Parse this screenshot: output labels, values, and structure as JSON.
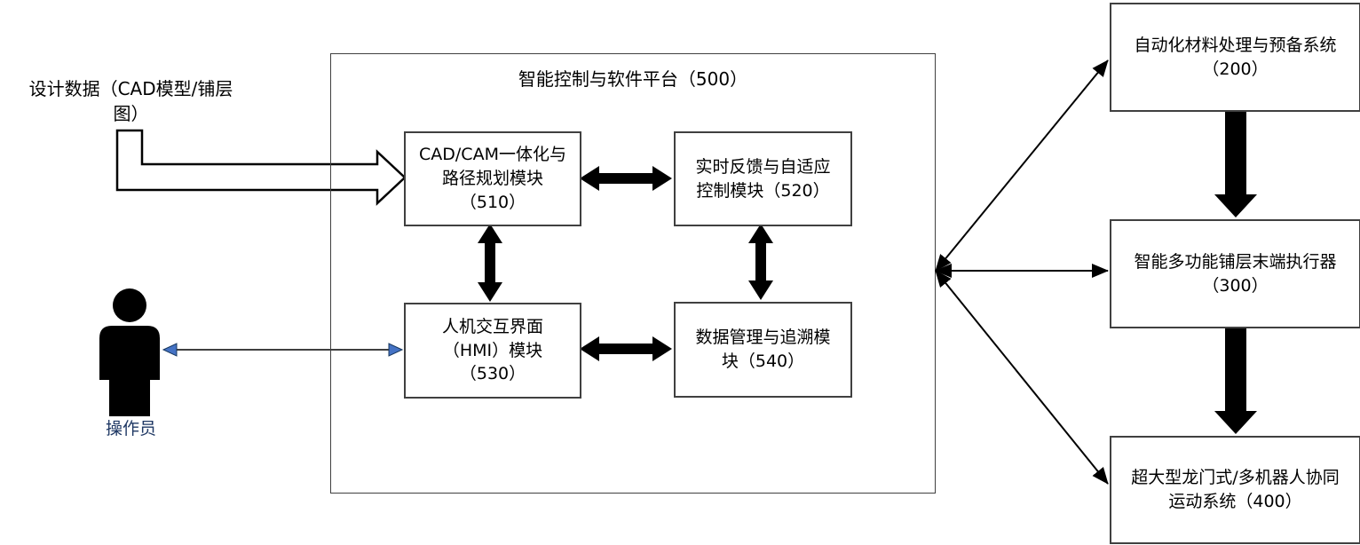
{
  "diagram_title": "智能控制与软件平台（500）",
  "colors": {
    "box_border": "#404040",
    "arrow_black": "#000000",
    "operator_label_blue": "#1f3864",
    "arrowhead_blue_fill": "#4472c4",
    "arrowhead_blue_stroke": "#17375e",
    "background": "#ffffff"
  },
  "design_data": {
    "text": "设计数据（CAD模型/铺层图）",
    "lines": [
      "设计数据（CAD模型/铺层",
      "图）"
    ]
  },
  "operator": {
    "label": "操作员"
  },
  "platform": {
    "title": "智能控制与软件平台（500）",
    "modules": [
      {
        "id": "510",
        "text": "CAD/CAM一体化与路径规划模块（510）",
        "lines": [
          "CAD/CAM一体化与",
          "路径规划模块",
          "（510）"
        ]
      },
      {
        "id": "520",
        "text": "实时反馈与自适应控制模块（520）",
        "lines": [
          "实时反馈与自适应",
          "控制模块（520）"
        ]
      },
      {
        "id": "530",
        "text": "人机交互界面（HMI）模块（530）",
        "lines": [
          "人机交互界面",
          "（HMI）模块",
          "（530）"
        ]
      },
      {
        "id": "540",
        "text": "数据管理与追溯模块（540）",
        "lines": [
          "数据管理与追溯模",
          "块（540）"
        ]
      }
    ]
  },
  "systems": [
    {
      "id": "200",
      "text": "自动化材料处理与预备系统（200）",
      "lines": [
        "自动化材料处理与预备系统",
        "（200）"
      ]
    },
    {
      "id": "300",
      "text": "智能多功能铺层末端执行器（300）",
      "lines": [
        "智能多功能铺层末端执行器",
        "（300）"
      ]
    },
    {
      "id": "400",
      "text": "超大型龙门式/多机器人协同运动系统（400）",
      "lines": [
        "超大型龙门式/多机器人协同",
        "运动系统（400）"
      ]
    }
  ],
  "connections": [
    {
      "from": "设计数据",
      "to": "510",
      "style": "hollow-block-arrow",
      "direction": "one-way"
    },
    {
      "from": "操作员",
      "to": "530",
      "style": "thin-line-blue-heads",
      "direction": "two-way"
    },
    {
      "from": "510",
      "to": "520",
      "style": "thick-black",
      "direction": "two-way"
    },
    {
      "from": "530",
      "to": "540",
      "style": "thick-black",
      "direction": "two-way"
    },
    {
      "from": "510",
      "to": "530",
      "style": "thick-black",
      "direction": "two-way"
    },
    {
      "from": "520",
      "to": "540",
      "style": "thick-black",
      "direction": "two-way"
    },
    {
      "from": "500",
      "to": "200",
      "style": "thin-line",
      "direction": "two-way"
    },
    {
      "from": "500",
      "to": "300",
      "style": "thin-line",
      "direction": "two-way"
    },
    {
      "from": "500",
      "to": "400",
      "style": "thin-line",
      "direction": "two-way"
    },
    {
      "from": "200",
      "to": "300",
      "style": "thick-block-arrow",
      "direction": "one-way"
    },
    {
      "from": "300",
      "to": "400",
      "style": "thick-block-arrow",
      "direction": "one-way"
    }
  ]
}
